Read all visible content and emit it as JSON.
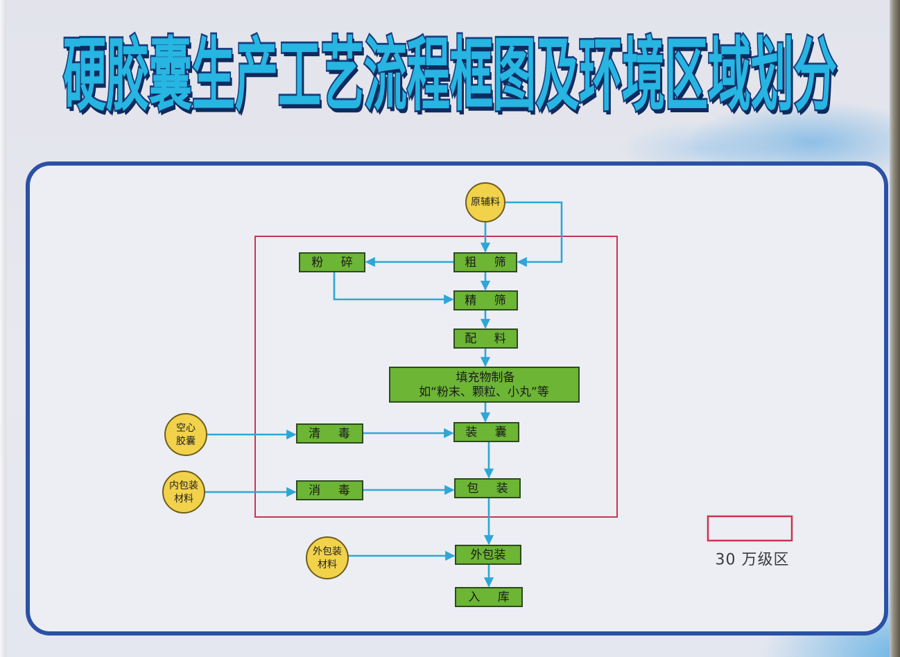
{
  "title": "硬胶囊生产工艺流程框图及环境区域划分",
  "nodes": {
    "raw_materials": "原辅料",
    "coarse_sieve": "粗 筛",
    "crushing": "粉 碎",
    "fine_sieve": "精 筛",
    "batching": "配 料",
    "filling_prep": {
      "line1": "填充物制备",
      "line2": "如“粉末、颗粒、小丸”等"
    },
    "empty_capsule": {
      "line1": "空心",
      "line2": "胶囊"
    },
    "cleaning": "清 毒",
    "encapsulation": "装 囊",
    "inner_packaging_material": {
      "line1": "内包装",
      "line2": "材料"
    },
    "disinfection": "消 毒",
    "inner_packaging": "包 装",
    "outer_packaging_material": {
      "line1": "外包装",
      "line2": "材料"
    },
    "outer_packaging": "外包装",
    "warehousing": "入 库"
  },
  "legend": {
    "label": "30 万级区"
  },
  "colors": {
    "title_fill": "#27b5e2",
    "panel_border": "#2b51a6",
    "zone_border": "#c8344f",
    "box_fill": "#6cb535",
    "circle_fill": "#f1d24a",
    "arrow": "#2fa6d6"
  }
}
